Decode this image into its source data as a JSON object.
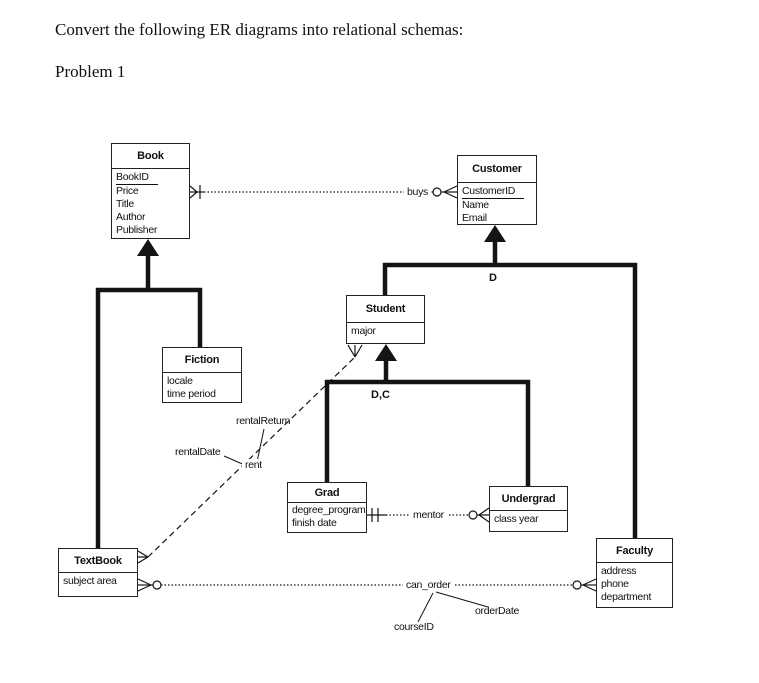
{
  "document": {
    "instruction": "Convert the following ER diagrams into relational schemas:",
    "problem_label": "Problem 1"
  },
  "diagram": {
    "entities": {
      "book": {
        "name": "Book",
        "attributes": [
          "BookID",
          "Price",
          "Title",
          "Author",
          "Publisher"
        ],
        "primary_key": "BookID"
      },
      "customer": {
        "name": "Customer",
        "attributes": [
          "CustomerID",
          "Name",
          "Email"
        ],
        "primary_key": "CustomerID"
      },
      "student": {
        "name": "Student",
        "attributes": [
          "major"
        ]
      },
      "fiction": {
        "name": "Fiction",
        "attributes": [
          "locale",
          "time period"
        ]
      },
      "grad": {
        "name": "Grad",
        "attributes": [
          "degree_program",
          "finish date"
        ]
      },
      "undergrad": {
        "name": "Undergrad",
        "attributes": [
          "class year"
        ]
      },
      "textbook": {
        "name": "TextBook",
        "attributes": [
          "subject area"
        ]
      },
      "faculty": {
        "name": "Faculty",
        "attributes": [
          "address",
          "phone",
          "department"
        ]
      }
    },
    "relationships": {
      "buys": {
        "label": "buys"
      },
      "rent": {
        "label": "rent",
        "attributes": [
          "rentalDate",
          "rentalReturn"
        ]
      },
      "mentor": {
        "label": "mentor"
      },
      "can_order": {
        "label": "can_order",
        "attributes": [
          "courseID",
          "orderDate"
        ]
      }
    },
    "hierarchy_labels": {
      "customer_hierarchy": "D",
      "student_hierarchy": "D,C"
    }
  }
}
